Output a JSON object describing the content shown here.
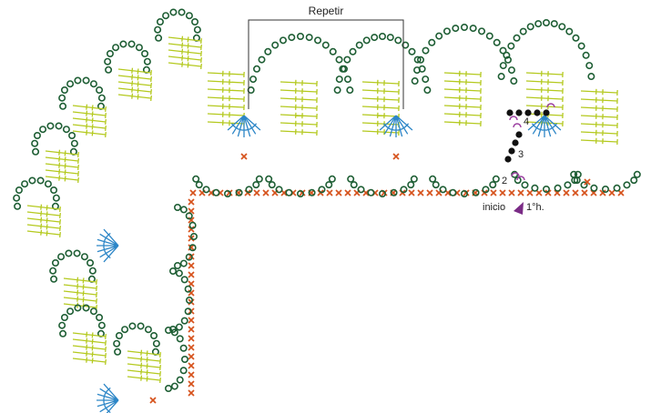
{
  "labels": {
    "repeat": "Repetir",
    "start": "inicio",
    "first_stitch": "1°h.",
    "rows": [
      "2",
      "3",
      "4"
    ]
  },
  "colors": {
    "chain": "#1e5e34",
    "single_crochet": "#d6521c",
    "treble": "#b4c91e",
    "picot_fan": "#2c86c7",
    "turning_chain": "#111111",
    "slip_stitch": "#9b3fa0",
    "marker": "#7a2b86"
  },
  "symbols": {
    "chain": "chain-stitch-icon",
    "single_crochet": "single-crochet-icon",
    "treble": "treble-crochet-icon",
    "fan": "picot-fan-icon",
    "start": "start-arrow-icon"
  }
}
